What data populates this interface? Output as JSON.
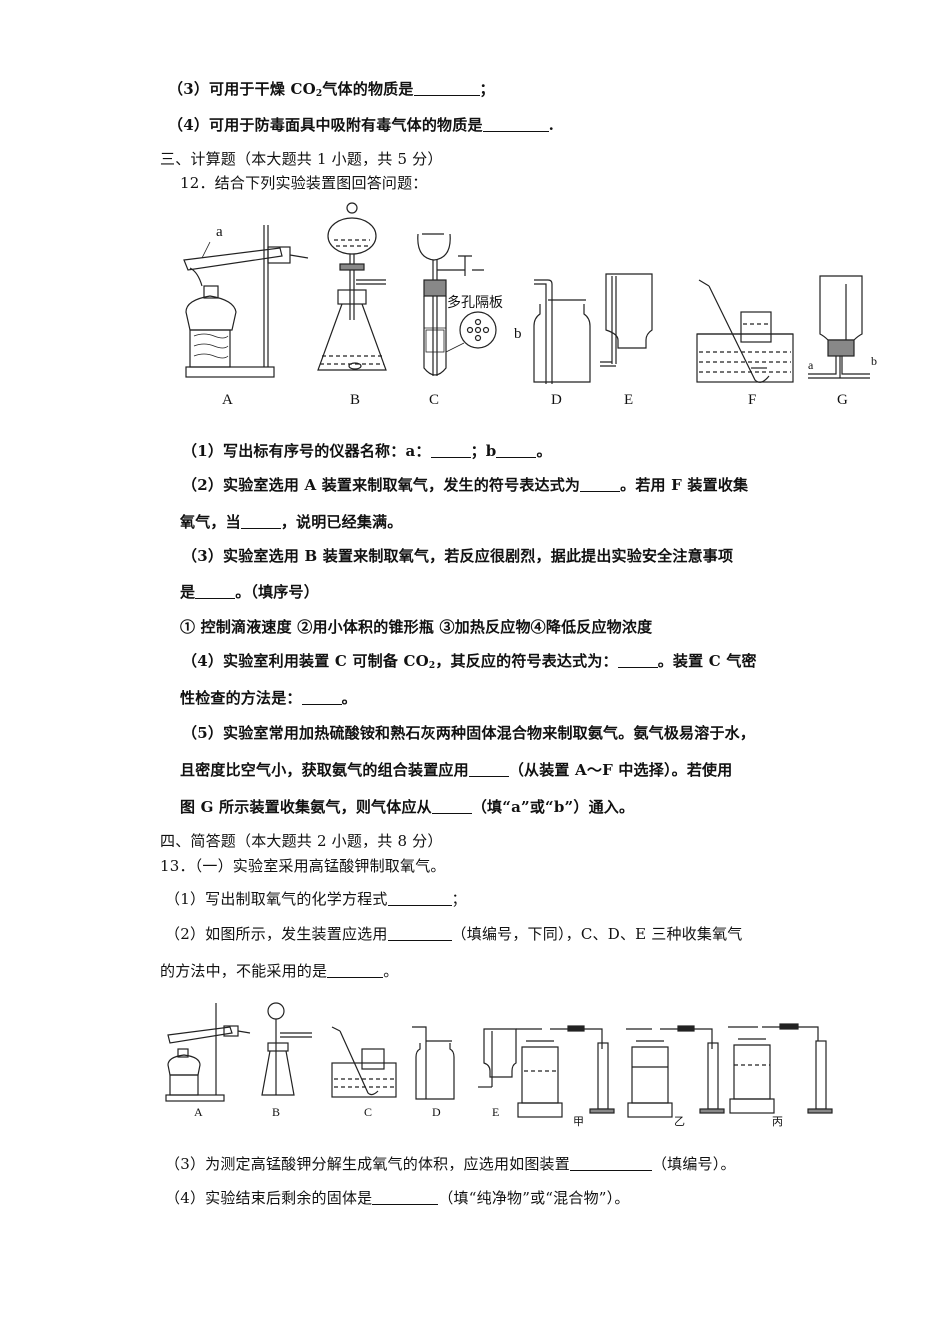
{
  "section_top": {
    "q3": {
      "prefix": "（3）可用于干燥 CO",
      "sub": "2",
      "suffix": "气体的物质是",
      "end": "；"
    },
    "q4": {
      "prefix": "（4）可用于防毒面具中吸附有毒气体的物质是",
      "end": "."
    }
  },
  "section3": {
    "heading": "三、计算题（本大题共 1 小题，共 5 分）",
    "q12": {
      "title": "12．结合下列实验装置图回答问题：",
      "figure": {
        "labels": [
          "A",
          "B",
          "C",
          "D",
          "E",
          "F",
          "G"
        ],
        "annotation_a": "a",
        "annotation_b": "b",
        "porous_plate": "多孔隔板",
        "g_port_a": "a",
        "g_port_b": "b"
      },
      "p1": {
        "text1": "（1）写出标有序号的仪器名称：a：",
        "text2": "；b",
        "end": "。"
      },
      "p2": {
        "line1a": "（2）实验室选用 A 装置来制取氧气，发生的符号表达式为",
        "line1b": "。若用 F 装置收集",
        "line2a": "氧气，当",
        "line2b": "，说明已经集满。"
      },
      "p3": {
        "line1": "（3）实验室选用 B 装置来制取氧气，若反应很剧烈，据此提出实验安全注意事项",
        "line2a": "是",
        "line2b": "。（填序号）",
        "options": "① 控制滴液速度 ②用小体积的锥形瓶 ③加热反应物④降低反应物浓度"
      },
      "p4": {
        "line1a": "（4）实验室利用装置 C 可制备 CO",
        "sub": "2",
        "line1b": "，其反应的符号表达式为：",
        "line1c": "。装置 C 气密",
        "line2a": "性检查的方法是：",
        "line2b": "。"
      },
      "p5": {
        "line1": "（5）实验室常用加热硫酸铵和熟石灰两种固体混合物来制取氨气。氨气极易溶于水，",
        "line2a": "且密度比空气小，获取氨气的组合装置应用",
        "line2b": "（从装置 A～F 中选择）。若使用",
        "line3a": "图 G 所示装置收集氨气，则气体应从",
        "line3b": "（填“a”或“b”）通入。"
      }
    }
  },
  "section4": {
    "heading": "四、简答题（本大题共 2 小题，共 8 分）",
    "q13": {
      "title": "13．（一）实验室采用高锰酸钾制取氧气。",
      "p1": {
        "text": "（1）写出制取氧气的化学方程式",
        "end": "；"
      },
      "p2": {
        "line1a": "（2）如图所示，发生装置应选用",
        "line1b": "（填编号，下同），C、D、E 三种收集氧气",
        "line2a": "的方法中，不能采用的是",
        "line2b": "。"
      },
      "figure": {
        "labels": [
          "A",
          "B",
          "C",
          "D",
          "E"
        ],
        "measure_labels": [
          "甲",
          "乙",
          "丙"
        ]
      },
      "p3": {
        "text": "（3）为测定高锰酸钾分解生成氧气的体积，应选用如图装置",
        "end": "（填编号）。"
      },
      "p4": {
        "text": "（4）实验结束后剩余的固体是",
        "end": "（填“纯净物”或“混合物”）。"
      }
    }
  }
}
